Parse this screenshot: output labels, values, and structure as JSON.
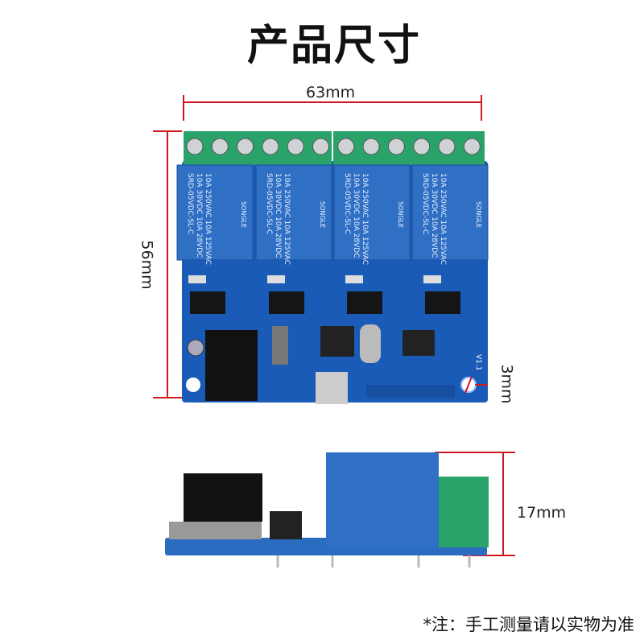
{
  "title": "产品尺寸",
  "dimensions": {
    "width": "63mm",
    "height": "56mm",
    "hole": "3mm",
    "thickness": "17mm"
  },
  "relay": {
    "rating_ac": "10A 250VAC  10A 125VAC",
    "rating_dc": "10A 30VDC  10A 28VDC",
    "model": "SRD-05VDC-SL-C",
    "brand": "SONGLE"
  },
  "board_version": "V1.1",
  "note": "*注：手工测量请以实物为准",
  "colors": {
    "dimension_line": "#d0191f",
    "pcb": "#1a5bb8",
    "relay": "#2f6fc4",
    "terminal": "#2aa36b"
  }
}
